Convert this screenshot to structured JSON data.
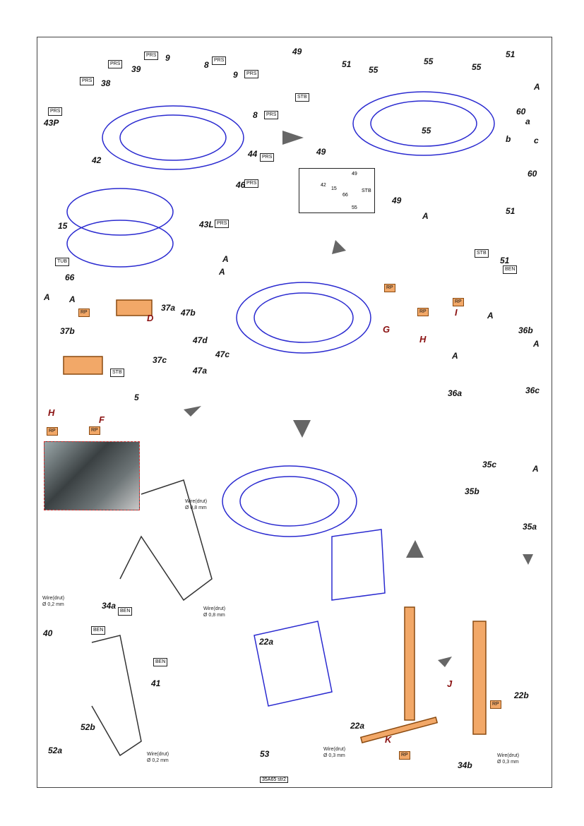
{
  "sheet_code": "35A65 str2",
  "parts": [
    "49",
    "51",
    "55",
    "55",
    "55",
    "51",
    "A",
    "60",
    "a",
    "b",
    "c",
    "60",
    "55",
    "49",
    "49",
    "51",
    "A",
    "51",
    "9",
    "39",
    "38",
    "8",
    "9",
    "43P",
    "8",
    "42",
    "44",
    "46",
    "43L",
    "15",
    "66",
    "A",
    "A",
    "A",
    "36b",
    "A",
    "A",
    "36a",
    "36c",
    "A",
    "A",
    "37a",
    "D",
    "47b",
    "37b",
    "47d",
    "47c",
    "37c",
    "47a",
    "5",
    "35c",
    "A",
    "35b",
    "35a",
    "34a",
    "40",
    "41",
    "22a",
    "22a",
    "52b",
    "52a",
    "53",
    "34b",
    "22b"
  ],
  "letters": [
    "G",
    "H",
    "I",
    "H",
    "F",
    "J",
    "K"
  ],
  "tags": {
    "prs": "PRS",
    "stb": "STB",
    "tub": "TUB",
    "rp": "RP",
    "ben": "BEN"
  },
  "inset_labels": [
    "42",
    "15",
    "49",
    "STB",
    "66",
    "55"
  ],
  "wire": {
    "w08": "Wire(drut)\nØ 0,8 mm",
    "w02": "Wire(drut)\nØ 0,2 mm",
    "w03": "Wire(drut)\nØ 0,3 mm"
  },
  "colors": {
    "part_line": "#2a2ad0",
    "resin": "#f2a868",
    "arrow": "#555555"
  }
}
